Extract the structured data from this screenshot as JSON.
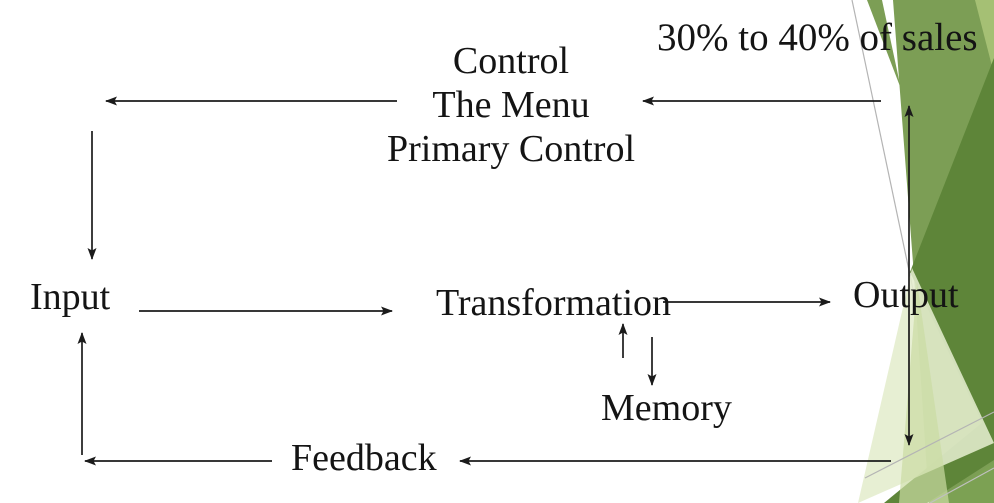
{
  "slide": {
    "kind": "presentation-slide-diagram",
    "background": "#ffffff"
  },
  "nodes": {
    "control": {
      "lines": [
        "Control",
        "The Menu",
        "Primary Control"
      ]
    },
    "sales_note": {
      "text": "30% to 40% of sales"
    },
    "input": {
      "label": "Input"
    },
    "transformation": {
      "label": "Transformation"
    },
    "output": {
      "label": "Output"
    },
    "memory": {
      "label": "Memory"
    },
    "feedback": {
      "label": "Feedback"
    }
  },
  "relations": [
    {
      "name": "output-to-control",
      "from": "output",
      "to": "control"
    },
    {
      "name": "control-to-input",
      "from": "control",
      "to": "input"
    },
    {
      "name": "input-to-transformation",
      "from": "input",
      "to": "transformation"
    },
    {
      "name": "transformation-to-output",
      "from": "transformation",
      "to": "output"
    },
    {
      "name": "memory-to-transformation",
      "from": "memory",
      "to": "transformation"
    },
    {
      "name": "transformation-to-memory",
      "from": "transformation",
      "to": "memory"
    },
    {
      "name": "output-feedback-vertical",
      "from": "output",
      "to": "feedback",
      "bidirectional": true
    },
    {
      "name": "output-to-feedback",
      "from": "output",
      "to": "feedback"
    },
    {
      "name": "feedback-to-input",
      "from": "feedback",
      "to": "input"
    }
  ],
  "colors": {
    "text": "#141414",
    "arrow": "#1b1b1b",
    "green_medium": "#7C9E55",
    "green_dark": "#5E8539",
    "green_light_corner": "#A5C074",
    "green_pale": "#E4EDCD",
    "green_mid_band": "#CBDCA2",
    "thin_line_gray": "#B4B4B4"
  }
}
